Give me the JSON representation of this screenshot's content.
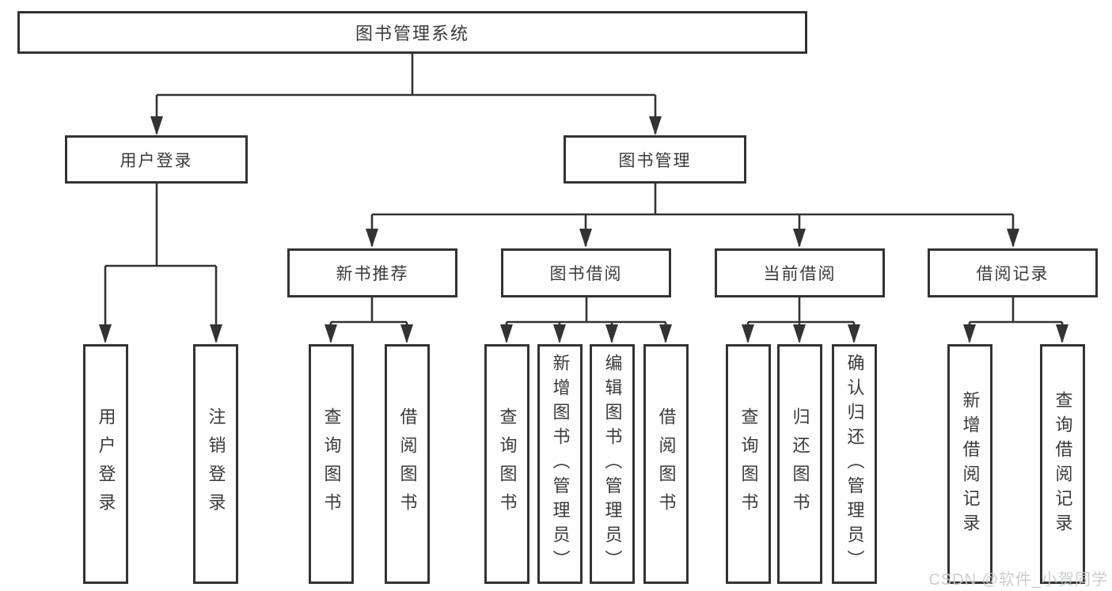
{
  "tree": {
    "root": "图书管理系统",
    "branches": [
      {
        "label": "用户登录",
        "children": [
          "用户登录",
          "注销登录"
        ]
      },
      {
        "label": "图书管理",
        "children": [
          {
            "label": "新书推荐",
            "children": [
              "查询图书",
              "借阅图书"
            ]
          },
          {
            "label": "图书借阅",
            "children": [
              "查询图书",
              "新增图书（管理员）",
              "编辑图书（管理员）",
              "借阅图书"
            ]
          },
          {
            "label": "当前借阅",
            "children": [
              "查询图书",
              "归还图书",
              "确认归还（管理员）"
            ]
          },
          {
            "label": "借阅记录",
            "children": [
              "新增借阅记录",
              "查询借阅记录"
            ]
          }
        ]
      }
    ]
  },
  "watermark": {
    "text": "CSDN @软件_小贺同学"
  },
  "colors": {
    "line": "#333333",
    "text": "#3a3a3a",
    "background": "#ffffff",
    "watermark": "#c6c9cb"
  }
}
